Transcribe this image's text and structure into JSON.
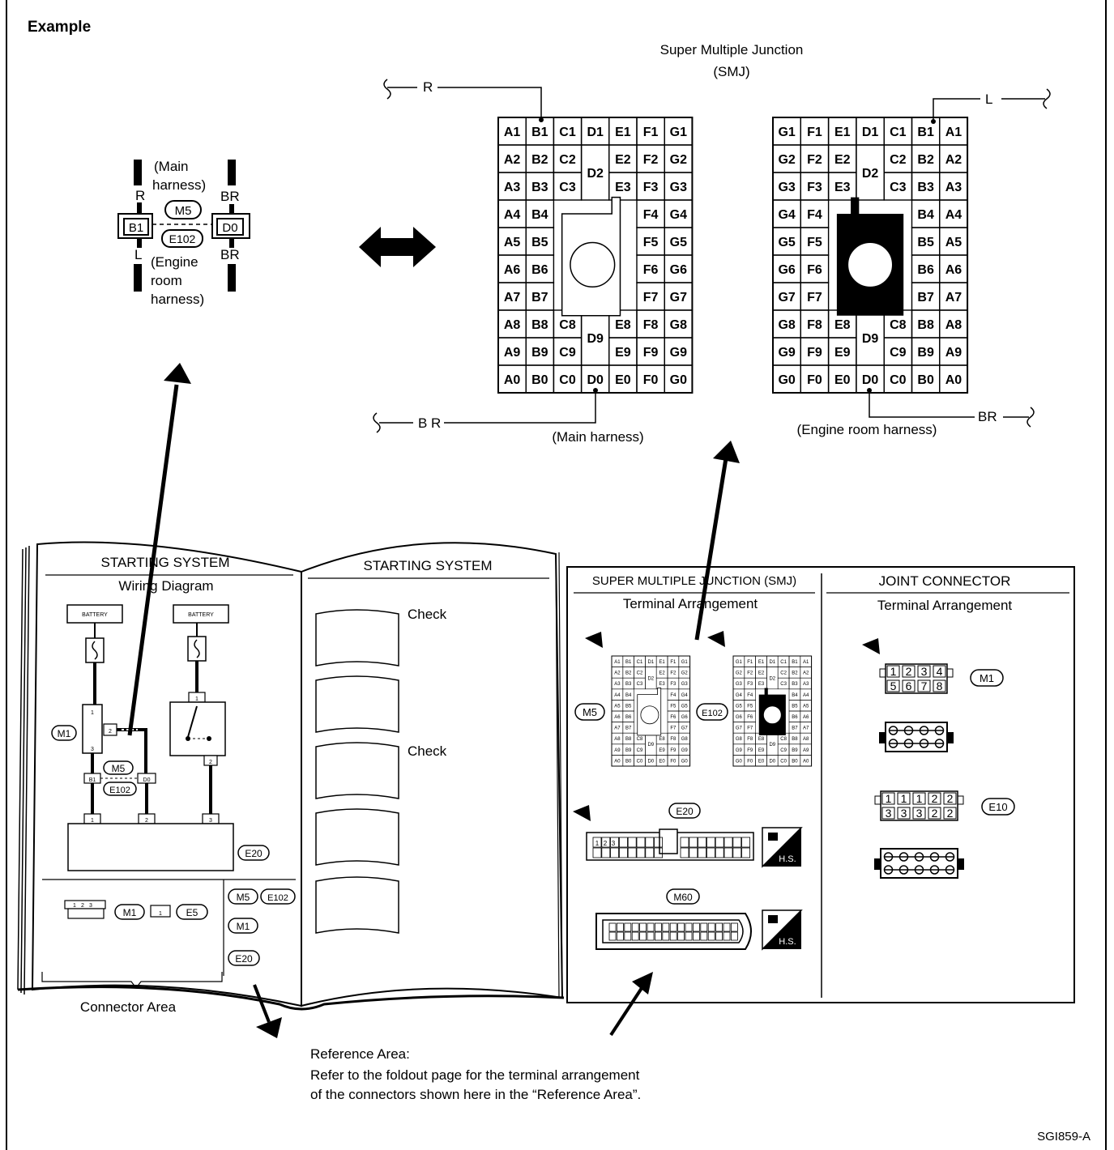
{
  "example_heading": "Example",
  "smj": {
    "title_line1": "Super Multiple Junction",
    "title_line2": "(SMJ)",
    "wire_r": "R",
    "wire_br_left": "B R",
    "wire_l": "L",
    "wire_br_right": "BR",
    "main_caption": "(Main harness)",
    "engine_caption": "(Engine room harness)",
    "main_grid": [
      [
        "A1",
        "B1",
        "C1",
        "D1",
        "E1",
        "F1",
        "G1"
      ],
      [
        "A2",
        "B2",
        "C2",
        "D2",
        "E2",
        "F2",
        "G2"
      ],
      [
        "A3",
        "B3",
        "C3",
        "",
        "E3",
        "F3",
        "G3"
      ],
      [
        "A4",
        "B4",
        "",
        "",
        "",
        "F4",
        "G4"
      ],
      [
        "A5",
        "B5",
        "",
        "",
        "",
        "F5",
        "G5"
      ],
      [
        "A6",
        "B6",
        "",
        "",
        "",
        "F6",
        "G6"
      ],
      [
        "A7",
        "B7",
        "",
        "",
        "",
        "F7",
        "G7"
      ],
      [
        "A8",
        "B8",
        "C8",
        "D9",
        "E8",
        "F8",
        "G8"
      ],
      [
        "A9",
        "B9",
        "C9",
        "",
        "E9",
        "F9",
        "G9"
      ],
      [
        "A0",
        "B0",
        "C0",
        "D0",
        "E0",
        "F0",
        "G0"
      ]
    ],
    "engine_grid": [
      [
        "G1",
        "F1",
        "E1",
        "D1",
        "C1",
        "B1",
        "A1"
      ],
      [
        "G2",
        "F2",
        "E2",
        "D2",
        "C2",
        "B2",
        "A2"
      ],
      [
        "G3",
        "F3",
        "E3",
        "",
        "C3",
        "B3",
        "A3"
      ],
      [
        "G4",
        "F4",
        "",
        "",
        "",
        "B4",
        "A4"
      ],
      [
        "G5",
        "F5",
        "",
        "",
        "",
        "B5",
        "A5"
      ],
      [
        "G6",
        "F6",
        "",
        "",
        "",
        "B6",
        "A6"
      ],
      [
        "G7",
        "F7",
        "",
        "",
        "",
        "B7",
        "A7"
      ],
      [
        "G8",
        "F8",
        "E8",
        "D9",
        "C8",
        "B8",
        "A8"
      ],
      [
        "G9",
        "F9",
        "E9",
        "",
        "C9",
        "B9",
        "A9"
      ],
      [
        "G0",
        "F0",
        "E0",
        "D0",
        "C0",
        "B0",
        "A0"
      ]
    ]
  },
  "connector_example": {
    "main_label_line1": "(Main",
    "main_label_line2": "harness)",
    "wire_r": "R",
    "wire_br_top": "BR",
    "conn_m5": "M5",
    "conn_e102": "E102",
    "term_b1": "B1",
    "term_d0": "D0",
    "wire_l": "L",
    "wire_br_bottom": "BR",
    "engine_label_line1": "(Engine",
    "engine_label_line2": "room",
    "engine_label_line3": "harness)"
  },
  "book": {
    "left_page_title": "STARTING SYSTEM",
    "left_page_subtitle": "Wiring Diagram",
    "battery_label": "BATTERY",
    "conn_m1": "M1",
    "conn_m5": "M5",
    "conn_e102": "E102",
    "conn_e20": "E20",
    "conn_e5": "E5",
    "term_b1": "B1",
    "term_d0": "D0",
    "pins": [
      "1",
      "2",
      "3"
    ],
    "middle_page_title": "STARTING SYSTEM",
    "check_label_1": "Check",
    "check_label_2": "Check",
    "foldout_left_title": "SUPER MULTIPLE JUNCTION (SMJ)",
    "foldout_left_subtitle": "Terminal Arrangement",
    "foldout_right_title": "JOINT CONNECTOR",
    "foldout_right_subtitle": "Terminal Arrangement",
    "foldout_conn_m5": "M5",
    "foldout_conn_e102": "E102",
    "foldout_conn_e20": "E20",
    "foldout_conn_m60": "M60",
    "foldout_conn_m1": "M1",
    "foldout_conn_e10": "E10",
    "hs_label": "H.S.",
    "m1_pins_top": [
      "1",
      "2",
      "3",
      "4"
    ],
    "m1_pins_bottom": [
      "5",
      "6",
      "7",
      "8"
    ],
    "e10_pins_top": [
      "1",
      "1",
      "1",
      "2",
      "2"
    ],
    "e10_pins_bottom": [
      "3",
      "3",
      "3",
      "2",
      "2"
    ],
    "e20_pins": [
      "1",
      "2",
      "3"
    ]
  },
  "connector_area_caption": "Connector Area",
  "reference_area": {
    "line1": "Reference Area:",
    "line2": "Refer to the foldout page for the terminal arrangement",
    "line3": "of the connectors shown here in the “Reference Area”."
  },
  "figure_code": "SGI859-A"
}
